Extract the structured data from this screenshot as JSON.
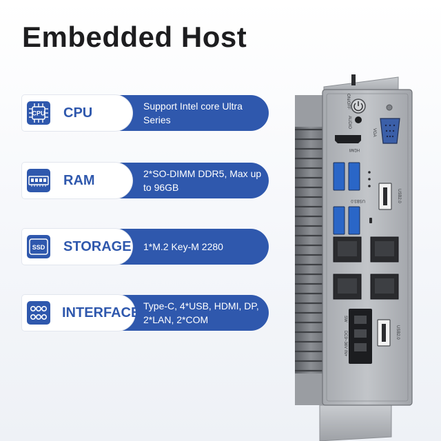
{
  "title": "Embedded Host",
  "specs": [
    {
      "label": "CPU",
      "icon": "cpu-icon",
      "value": "Support Intel core Ultra Series"
    },
    {
      "label": "RAM",
      "icon": "ram-icon",
      "value": "2*SO-DIMM DDR5, Max up to 96GB"
    },
    {
      "label": "STORAGE",
      "icon": "ssd-icon",
      "value": "1*M.2 Key-M 2280"
    },
    {
      "label": "INTERFACE",
      "icon": "interface-icon",
      "value": "Type-C, 4*USB, HDMI, DP, 2*LAN, 2*COM"
    }
  ],
  "icon_text": {
    "cpu": "CPU",
    "ssd": "SSD"
  },
  "port_labels": {
    "power": "ON/OFF",
    "audio": "AUDIO",
    "vga": "VGA",
    "hdmi": "HDMI",
    "usb3": "USB3.0",
    "usb2_top": "USB2.0",
    "usb2_bottom": "USB2.0",
    "sw": "SW",
    "dc": "DC9~36V IN+"
  },
  "colors": {
    "accent": "#2f58ad",
    "title": "#1d1d1f"
  }
}
